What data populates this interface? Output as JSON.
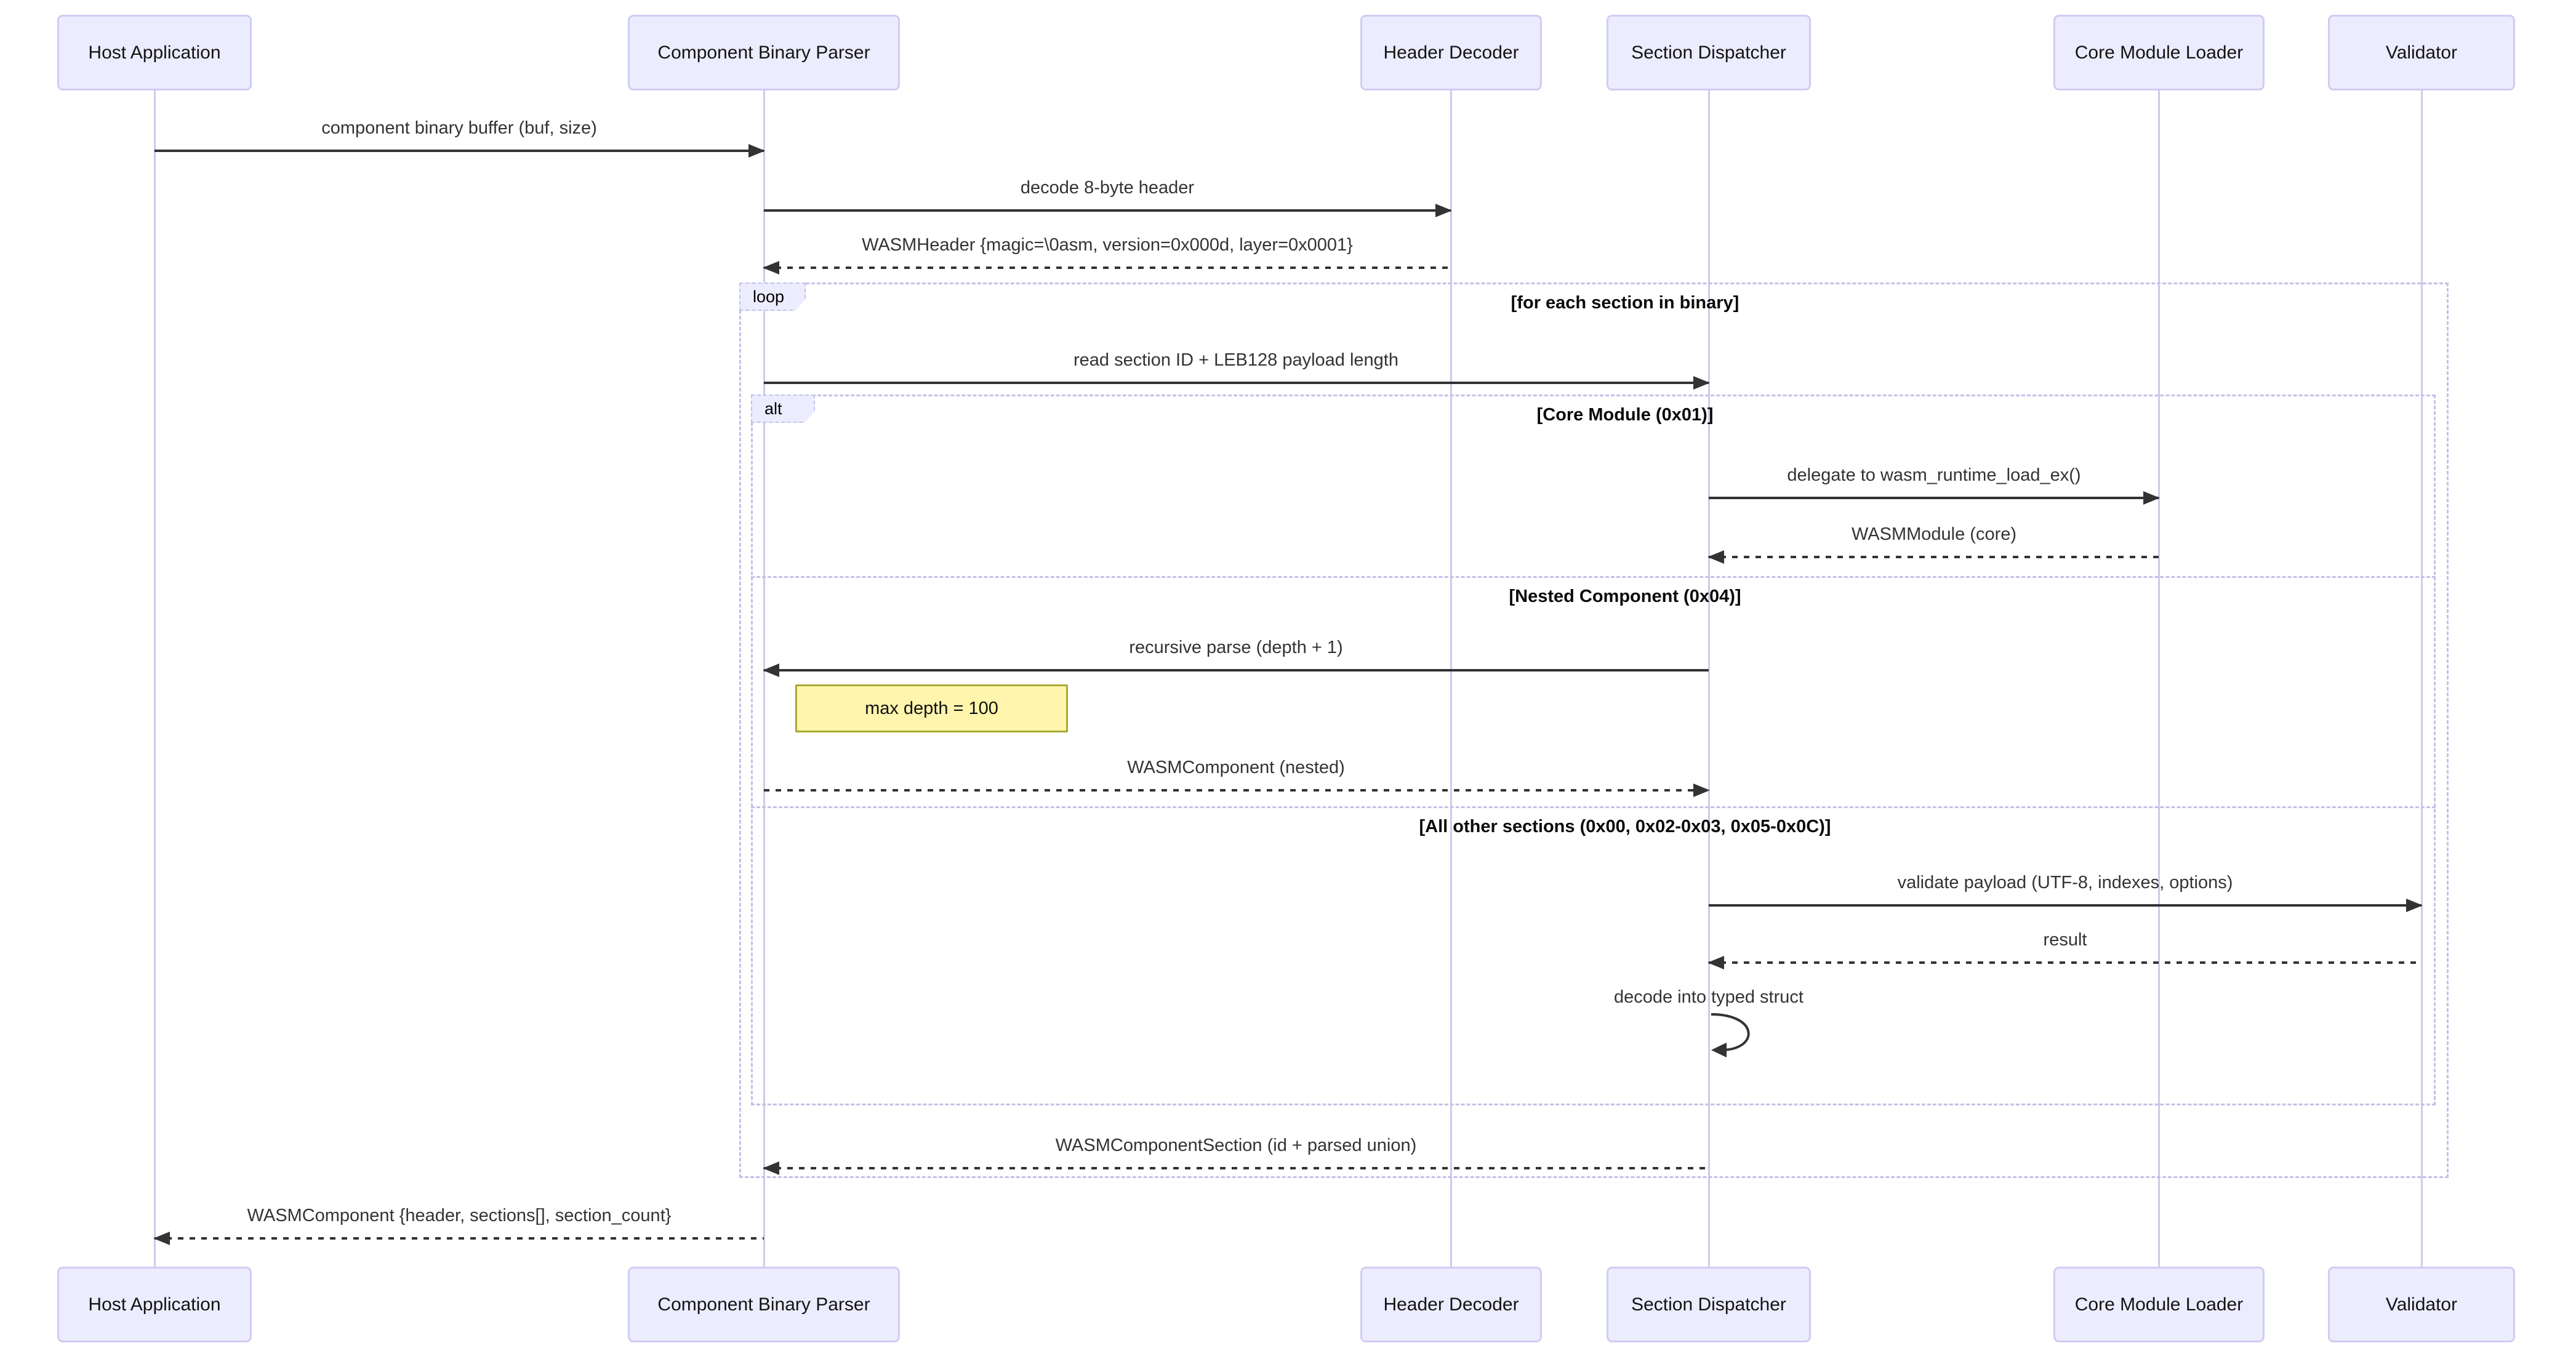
{
  "diagram": {
    "type": "sequence-diagram",
    "participants": [
      {
        "name": "Host Application"
      },
      {
        "name": "Component Binary Parser"
      },
      {
        "name": "Header Decoder"
      },
      {
        "name": "Section Dispatcher"
      },
      {
        "name": "Core Module Loader"
      },
      {
        "name": "Validator"
      }
    ],
    "messages": [
      {
        "from": "Host Application",
        "to": "Component Binary Parser",
        "style": "solid",
        "label": "component binary buffer (buf, size)"
      },
      {
        "from": "Component Binary Parser",
        "to": "Header Decoder",
        "style": "solid",
        "label": "decode 8-byte header"
      },
      {
        "from": "Header Decoder",
        "to": "Component Binary Parser",
        "style": "dashed",
        "label": "WASMHeader {magic=\\0asm, version=0x000d, layer=0x0001}"
      },
      {
        "from": "Component Binary Parser",
        "to": "Section Dispatcher",
        "style": "solid",
        "label": "read section ID + LEB128 payload length"
      },
      {
        "from": "Section Dispatcher",
        "to": "Core Module Loader",
        "style": "solid",
        "label": "delegate to wasm_runtime_load_ex()"
      },
      {
        "from": "Core Module Loader",
        "to": "Section Dispatcher",
        "style": "dashed",
        "label": "WASMModule (core)"
      },
      {
        "from": "Section Dispatcher",
        "to": "Component Binary Parser",
        "style": "solid",
        "label": "recursive parse (depth + 1)"
      },
      {
        "from": "Component Binary Parser",
        "to": "Section Dispatcher",
        "style": "dashed",
        "label": "WASMComponent (nested)"
      },
      {
        "from": "Section Dispatcher",
        "to": "Validator",
        "style": "solid",
        "label": "validate payload (UTF-8, indexes, options)"
      },
      {
        "from": "Validator",
        "to": "Section Dispatcher",
        "style": "dashed",
        "label": "result"
      },
      {
        "from": "Section Dispatcher",
        "to": "Section Dispatcher",
        "style": "self",
        "label": "decode into typed struct"
      },
      {
        "from": "Section Dispatcher",
        "to": "Component Binary Parser",
        "style": "dashed",
        "label": "WASMComponentSection (id + parsed union)"
      },
      {
        "from": "Component Binary Parser",
        "to": "Host Application",
        "style": "dashed",
        "label": "WASMComponent {header, sections[], section_count}"
      }
    ],
    "frames": {
      "loop": {
        "keyword": "loop",
        "condition": "[for each section in binary]"
      },
      "alt": {
        "keyword": "alt",
        "branches": [
          {
            "condition": "[Core Module (0x01)]"
          },
          {
            "condition": "[Nested Component (0x04)]"
          },
          {
            "condition": "[All other sections (0x00, 0x02-0x03, 0x05-0x0C)]"
          }
        ]
      }
    },
    "note": {
      "text": "max depth = 100",
      "attached_to": "Component Binary Parser"
    },
    "colors": {
      "actor_fill": "#ECECFF",
      "actor_border": "#d2cbf1",
      "lifeline": "#cfc9ec",
      "frame_border": "#c6c0e8",
      "note_fill": "#fff5ad",
      "note_border": "#a9a933",
      "arrow": "#333333",
      "background": "#ffffff"
    }
  }
}
